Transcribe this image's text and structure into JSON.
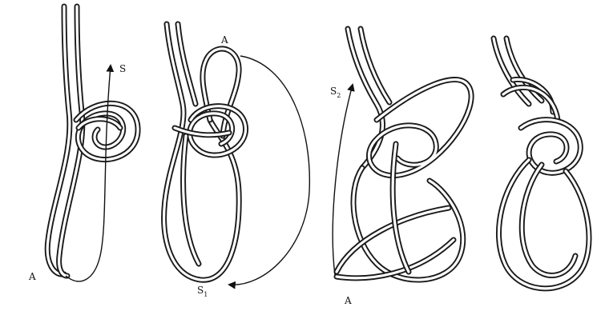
{
  "colors": {
    "rope_outline": "#1a1a1a",
    "rope_fill": "#ffffff",
    "arrow": "#111111",
    "background": "#ffffff"
  },
  "stages": [
    {
      "labels": [
        {
          "text": "S"
        },
        {
          "text": "A"
        }
      ]
    },
    {
      "labels": [
        {
          "text": "A"
        },
        {
          "text": "S",
          "sub": "1"
        }
      ]
    },
    {
      "labels": [
        {
          "text": "S",
          "sub": "2"
        },
        {
          "text": "A"
        }
      ]
    },
    {
      "labels": []
    }
  ]
}
